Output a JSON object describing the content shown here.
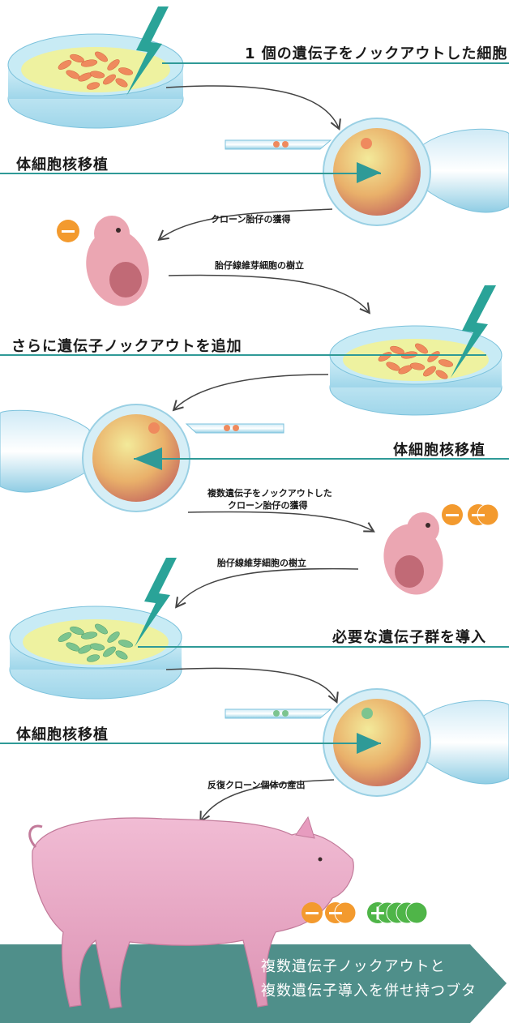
{
  "labels": {
    "ko1": "1 個の遺伝子をノックアウトした細胞",
    "nt1": "体細胞核移植",
    "clone1": "クローン胎仔の獲得",
    "fib1": "胎仔線維芽細胞の樹立",
    "ko2": "さらに遺伝子ノックアウトを追加",
    "nt2": "体細胞核移植",
    "clone2_line1": "複数遺伝子をノックアウトした",
    "clone2_line2": "クローン胎仔の獲得",
    "fib2": "胎仔線維芽細胞の樹立",
    "ki": "必要な遺伝子群を導入",
    "nt3": "体細胞核移植",
    "recl": "反復クローン個体の産出",
    "final_line1": "複数遺伝子ノックアウトと",
    "final_line2": "複数遺伝子導入を併せ持つブタ"
  },
  "colors": {
    "teal": "#2f9a97",
    "knockout_badge": "#f39a2e",
    "knockin_badge": "#4fb548",
    "ground": "#4f8f8a",
    "pig": "#eaa8c6",
    "dish": "#bfe6f2",
    "medium": "#eef2a0",
    "cell_orange": "#ef8a5e",
    "cell_green": "#7cc48f"
  },
  "icons": [
    "lightning-icon",
    "petri-dish-icon",
    "egg-cell-icon",
    "pipette-icon",
    "fetus-icon",
    "pig-icon",
    "minus-badge-icon",
    "plus-badge-icon"
  ]
}
